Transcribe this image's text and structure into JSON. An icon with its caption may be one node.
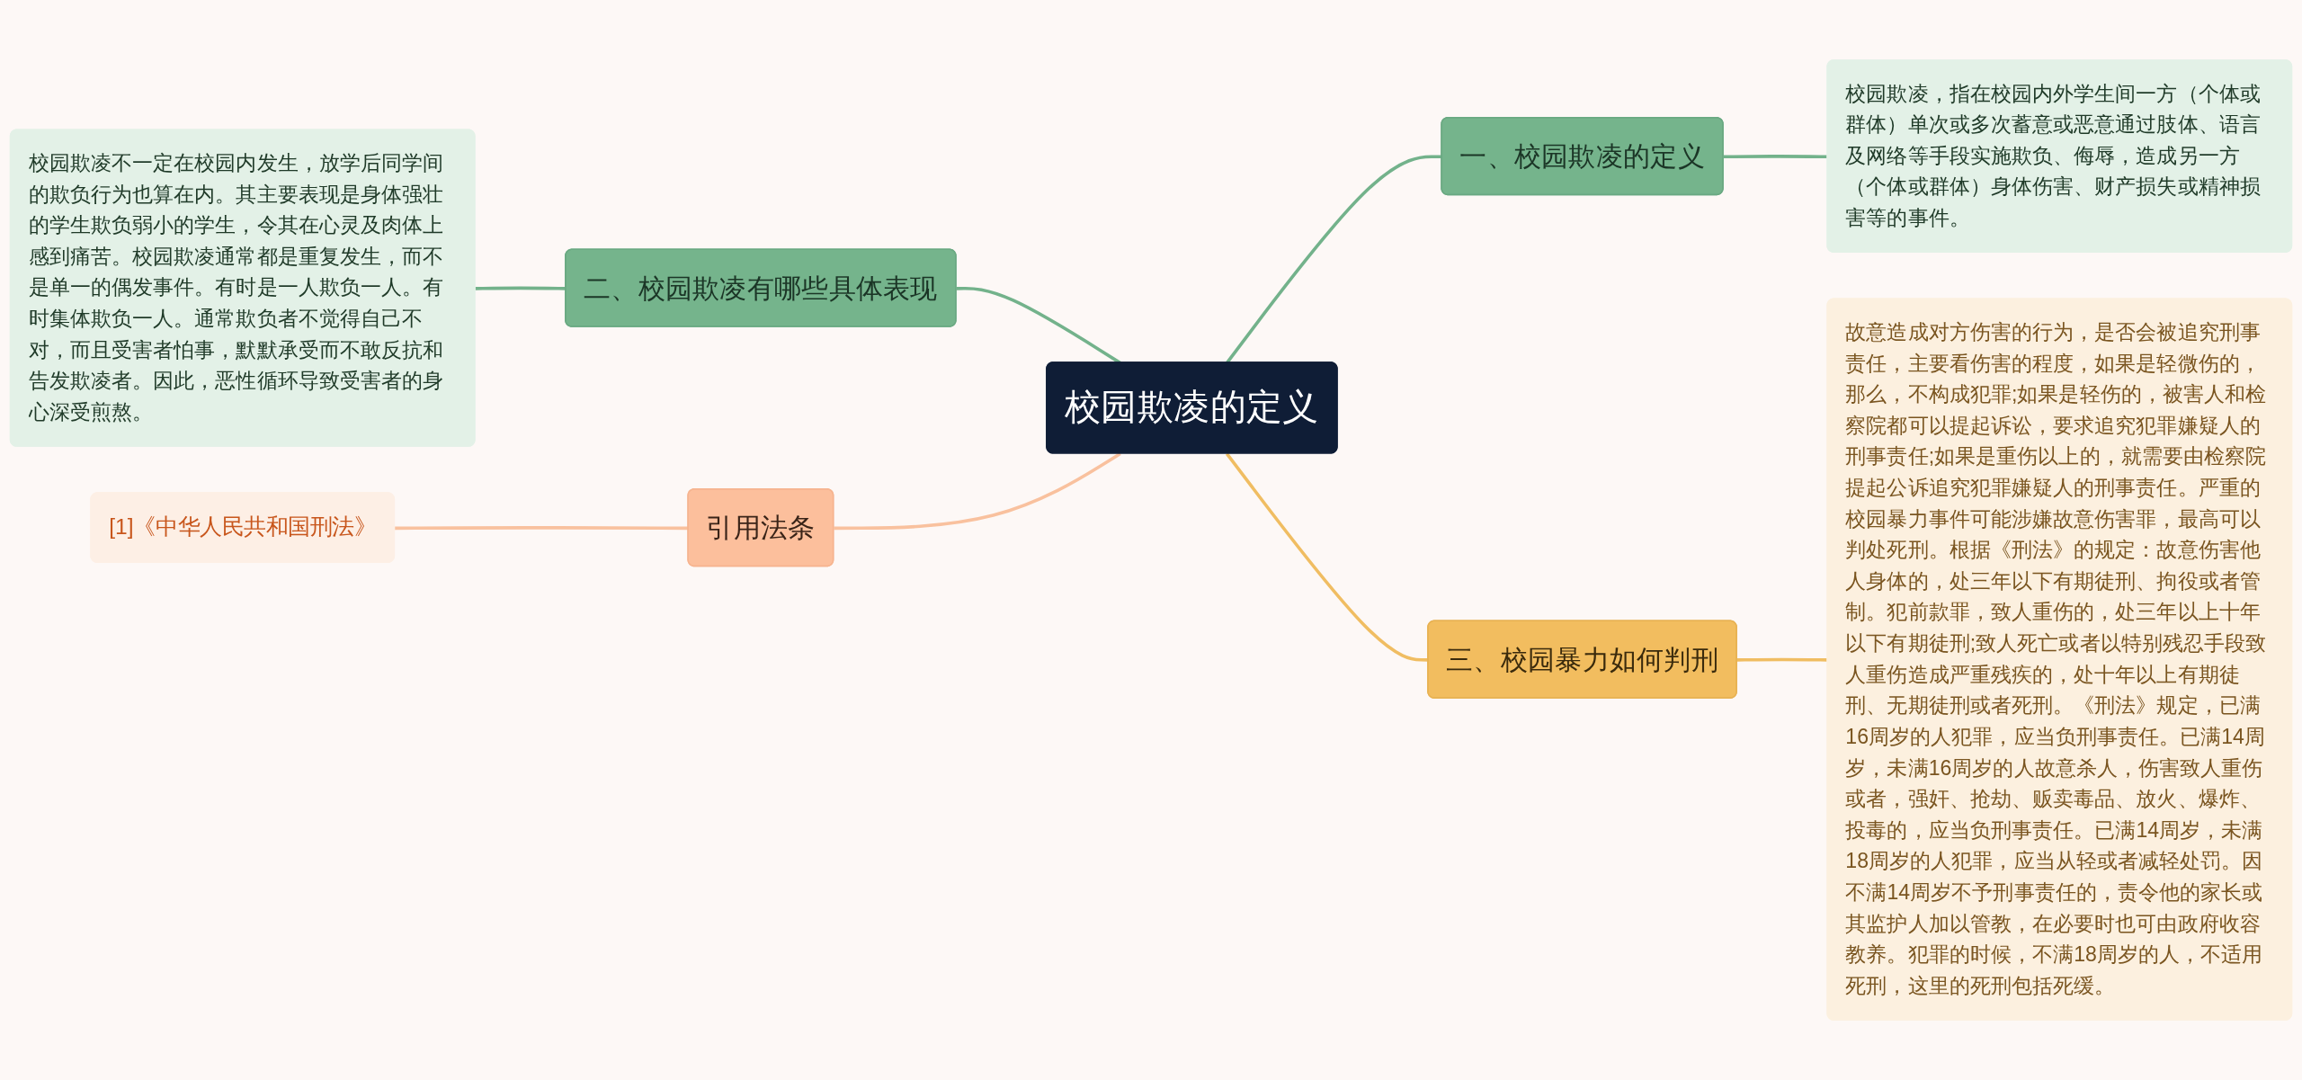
{
  "diagram": {
    "nodes": [
      {
        "text": [
          "校园欺凌的定义"
        ]
      },
      {
        "text": [
          "一、校园欺凌的定义"
        ]
      },
      {
        "text": [
          "校园欺凌，指在校园内外学生间一方（个体或群体）单次或多次蓄意或恶意通过肢体、语言及网络等手段实施欺负、侮辱，造成另一方（个体或群体）身体伤害、财产损失或精神损害等的事件。"
        ]
      },
      {
        "text": [
          "三、校园暴力如何判刑"
        ]
      },
      {
        "text": [
          "故意造成对方伤害的行为，是否会被追究刑事责任，主要看伤害的程度，如果是轻微伤的，那么，不构成犯罪;如果是轻伤的，被害人和检察院都可以提起诉讼，要求追究犯罪嫌疑人的刑事责任;如果是重伤以上的，就需要由检察院提起公诉追究犯罪嫌疑人的刑事责任。严重的校园暴力事件可能涉嫌故意伤害罪，最高可以判处死刑。根据《刑法》的规定：故意伤害他人身体的，处三年以下有期徒刑、拘役或者管制。犯前款罪，致人重伤的，处三年以上十年以下有期徒刑;致人死亡或者以特别残忍手段致人重伤造成严重残疾的，处十年以上有期徒刑、无期徒刑或者死刑。《刑法》规定，已满16周岁的人犯罪，应当负刑事责任。已满14周岁，未满16周岁的人故意杀人，伤害致人重伤或者，强奸、抢劫、贩卖毒品、放火、爆炸、投毒的，应当负刑事责任。已满14周岁，未满18周岁的人犯罪，应当从轻或者减轻处罚。因不满14周岁不予刑事责任的，责令他的家长或其监护人加以管教，在必要时也可由政府收容教养。犯罪的时候，不满18周岁的人，不适用死刑，这里的死刑包括死缓。"
        ]
      },
      {
        "text": [
          "二、校园欺凌有哪些具体表现"
        ]
      },
      {
        "text": [
          "校园欺凌不一定在校园内发生，放学后同学间的欺负行为也算在内。其主要表现是身体强壮的学生欺负弱小的学生，令其在心灵及肉体上感到痛苦。校园欺凌通常都是重复发生，而不是单一的偶发事件。有时是一人欺负一人。有时集体欺负一人。通常欺负者不觉得自己不对，而且受害者怕事，默默承受而不敢反抗和告发欺凌者。因此，恶性循环导致受害者的身心深受煎熬。"
        ]
      },
      {
        "text": [
          "引用法条"
        ]
      },
      {
        "text": [
          "[1]《中华人民共和国刑法》"
        ]
      }
    ],
    "edges": [
      {
        "from": 0,
        "to": 1,
        "arrow": "none"
      },
      {
        "from": 1,
        "to": 2,
        "arrow": "none"
      },
      {
        "from": 0,
        "to": 3,
        "arrow": "none",
        "color": "#f0bd62"
      },
      {
        "from": 3,
        "to": 4,
        "arrow": "none",
        "color": "#f0bd62"
      },
      {
        "from": 5,
        "to": 0,
        "arrow": "none"
      },
      {
        "from": 6,
        "to": 5,
        "arrow": "none"
      },
      {
        "from": 7,
        "to": 0,
        "arrow": "none",
        "color": "#f9c19e"
      },
      {
        "from": 8,
        "to": 7,
        "arrow": "none",
        "color": "#f9c19e"
      }
    ]
  }
}
